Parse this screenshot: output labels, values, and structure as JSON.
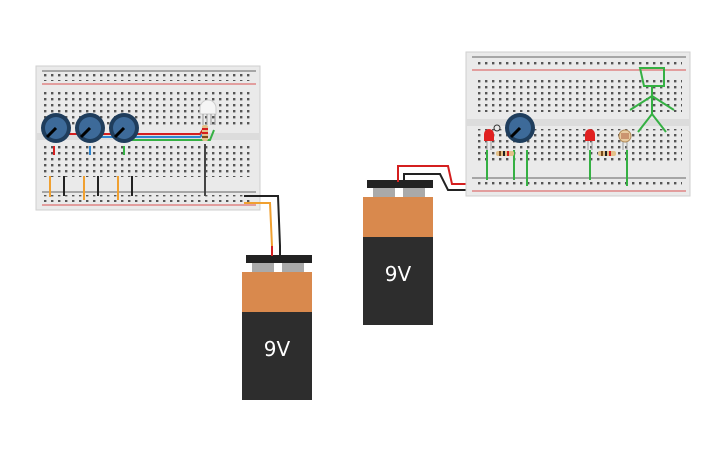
{
  "workspace": {
    "background": "#ffffff"
  },
  "batteries": [
    {
      "id": "battery-left",
      "label": "9V"
    },
    {
      "id": "battery-middle",
      "label": "9V"
    }
  ],
  "breadboards": [
    {
      "id": "breadboard-left",
      "components": [
        "potentiometer",
        "potentiometer",
        "potentiometer",
        "rgb-led",
        "resistor"
      ]
    },
    {
      "id": "breadboard-right",
      "components": [
        "led",
        "potentiometer",
        "resistor",
        "led",
        "resistor",
        "photoresistor",
        "stick-figure-drawing"
      ]
    }
  ],
  "colors": {
    "board": "#e9e9e9",
    "battery_top": "#d9894d",
    "battery_bottom": "#2d2d2d",
    "wire_red": "#d41f1f",
    "wire_black": "#222222",
    "wire_green": "#35b043",
    "wire_orange": "#f0a030",
    "wire_blue": "#2e86d1",
    "pot_blue": "#3d6a99"
  }
}
